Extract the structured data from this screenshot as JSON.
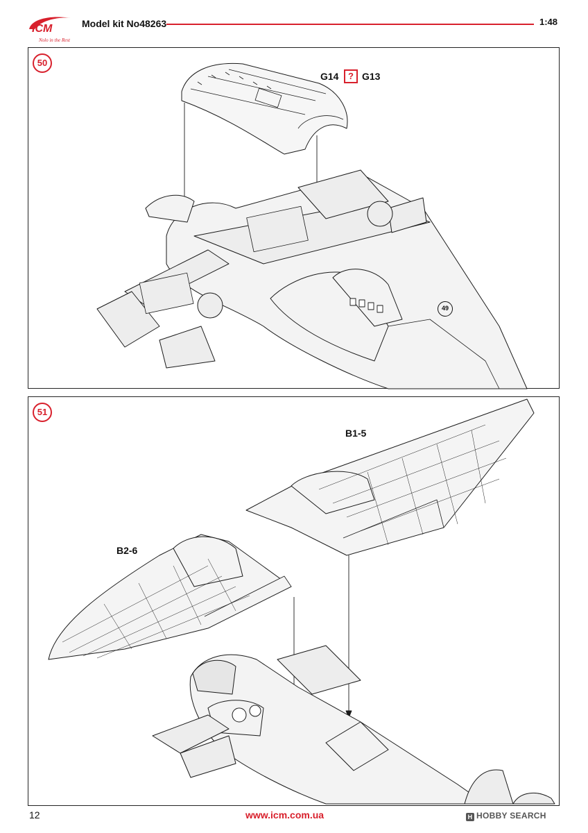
{
  "header": {
    "logo_text": "ICM",
    "logo_tagline": "Nolo in the Rest",
    "kit_label": "Model kit No48263",
    "scale": "1:48",
    "accent_color": "#d8202c"
  },
  "steps": [
    {
      "number": "50",
      "parts_label_left": "G14",
      "question_mark": "?",
      "parts_label_right": "G13",
      "reference_step": "49"
    },
    {
      "number": "51",
      "right_wing_label": "B1-5",
      "left_wing_label": "B2-6"
    }
  ],
  "footer": {
    "page_number": "12",
    "url": "www.icm.com.ua",
    "watermark_icon": "H",
    "watermark_text": "HOBBY SEARCH"
  }
}
